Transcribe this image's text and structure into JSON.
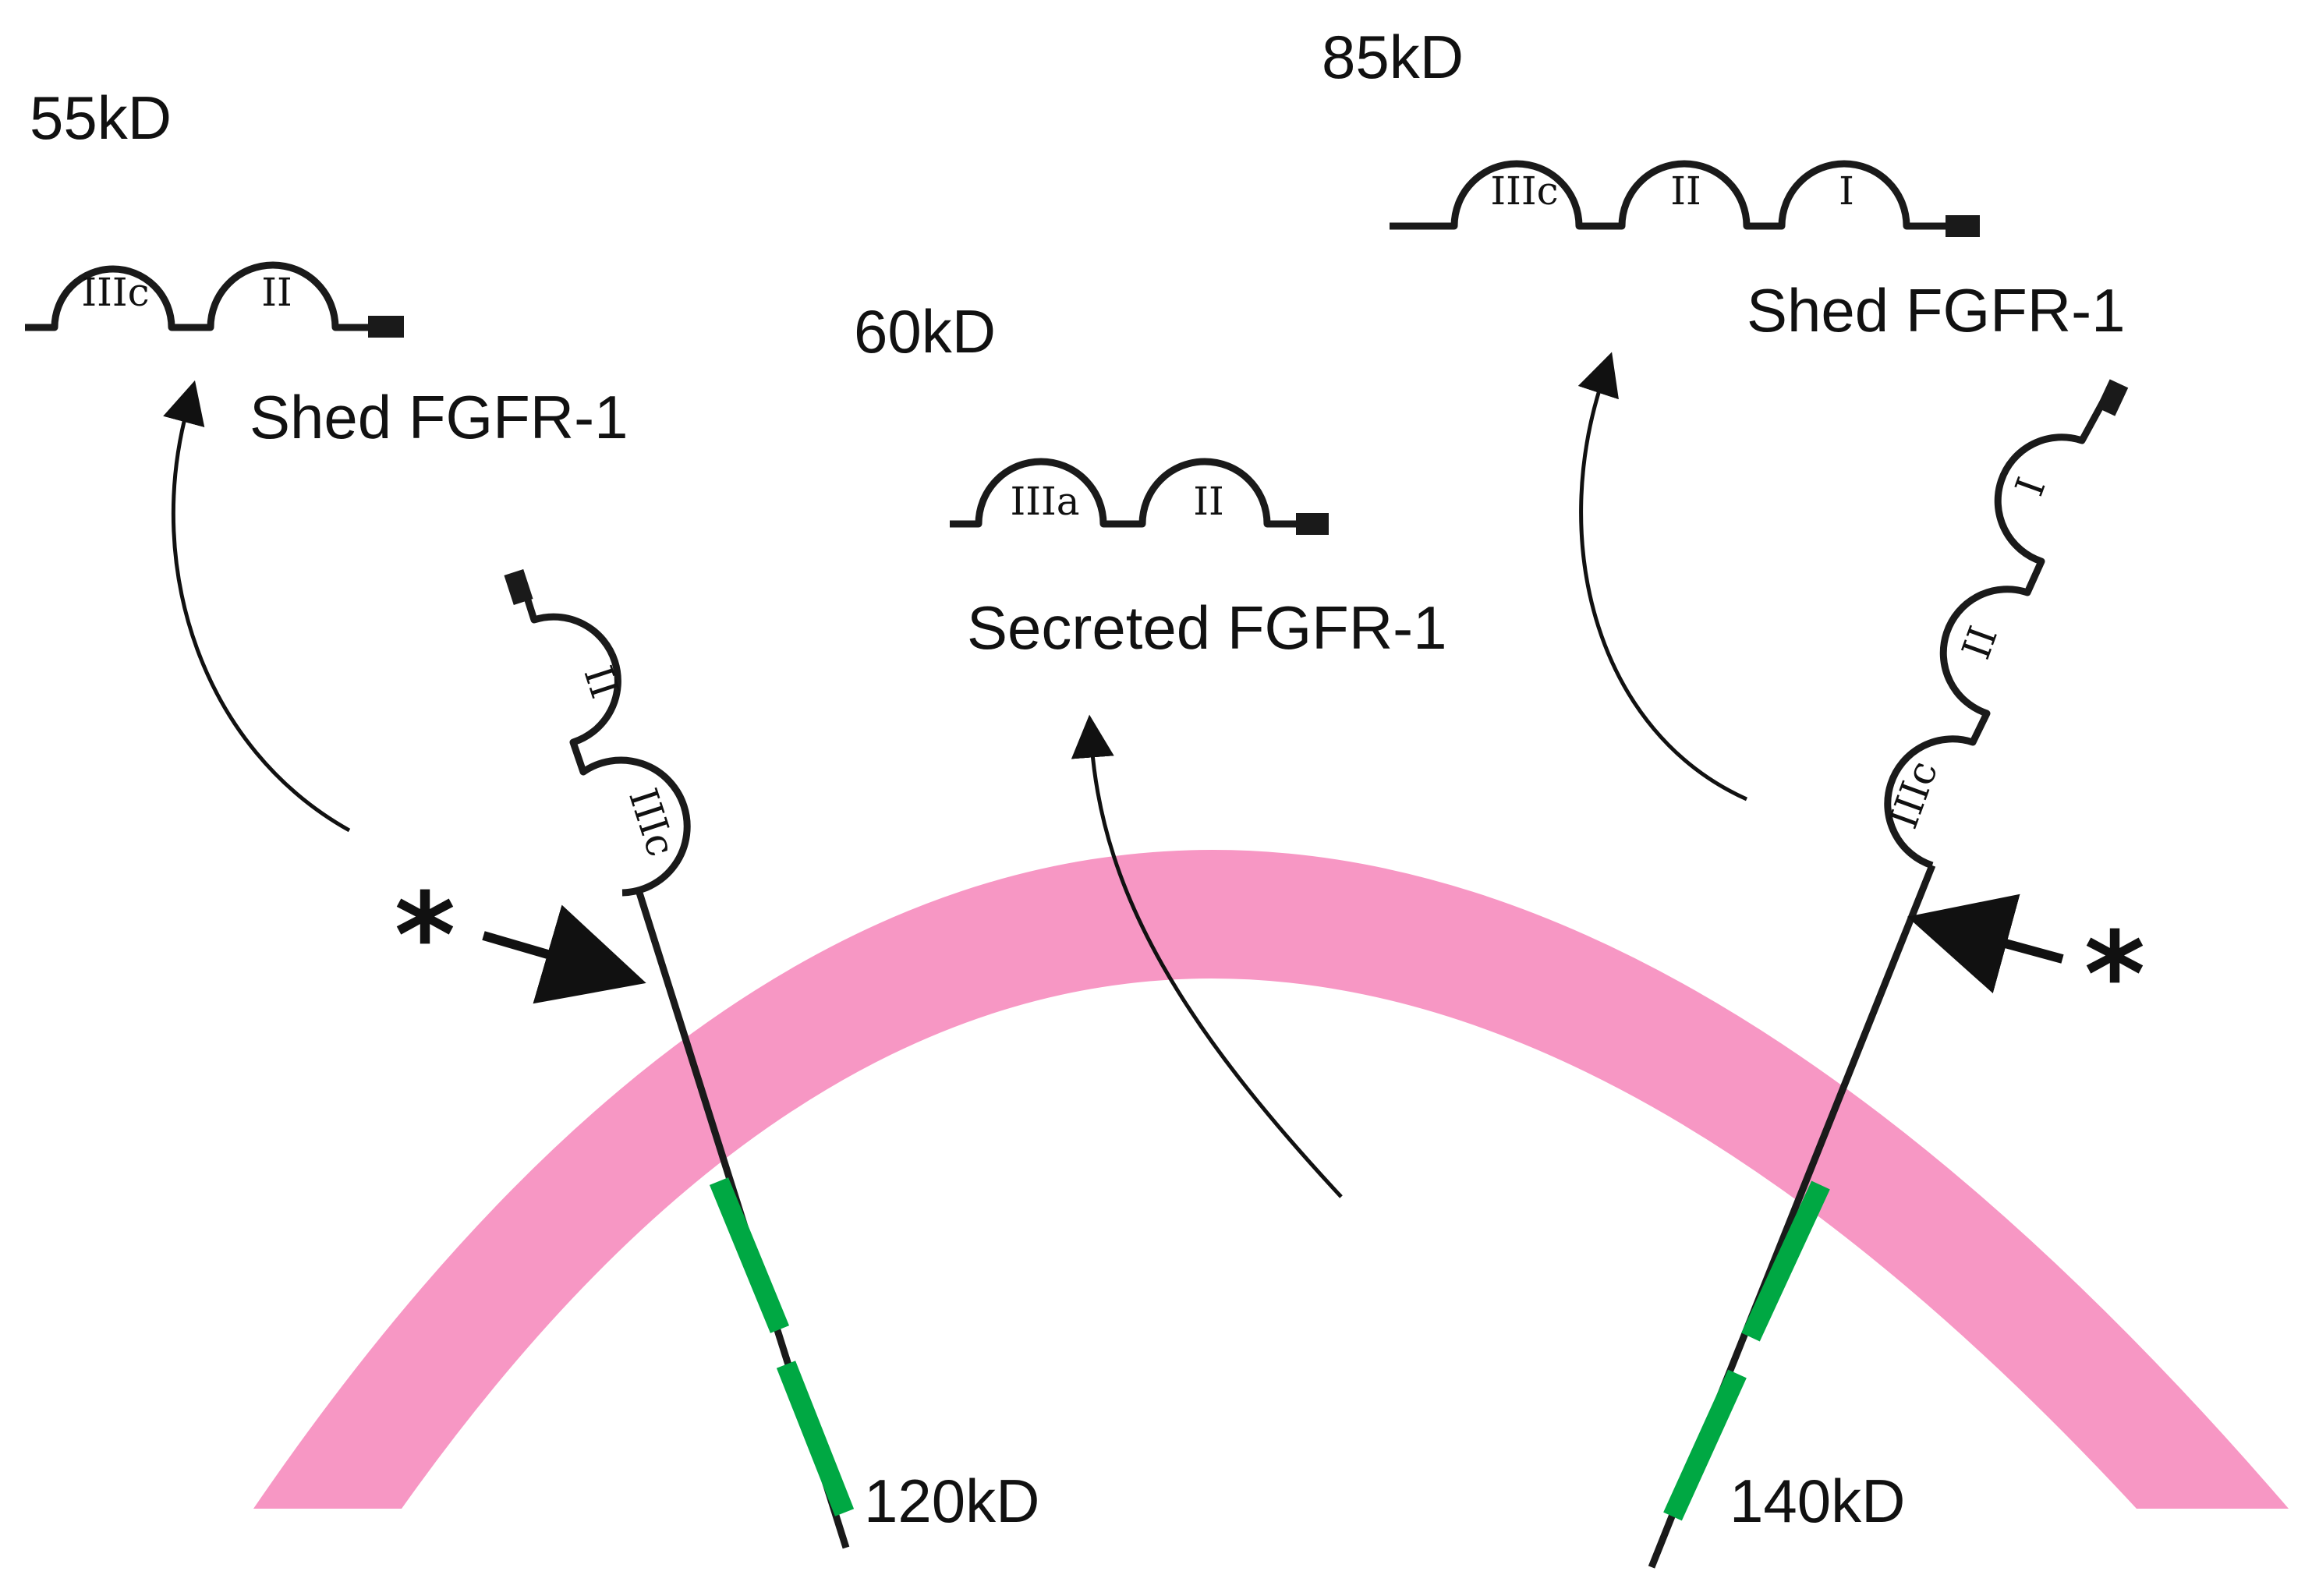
{
  "colors": {
    "membrane": "#F797C4",
    "transmembrane_segment": "#00A843",
    "line": "#1a1a1a"
  },
  "labels": {
    "left_size": "55kD",
    "left_name": "Shed FGFR-1",
    "left_domains": [
      "IIIc",
      "II"
    ],
    "middle_size": "60kD",
    "middle_name": "Secreted FGFR-1",
    "middle_domains": [
      "IIIa",
      "II"
    ],
    "right_size": "85kD",
    "right_name": "Shed FGFR-1",
    "right_domains": [
      "IIIc",
      "II",
      "I"
    ],
    "left_receptor_size": "120kD",
    "left_receptor_domains": [
      "II",
      "IIIc"
    ],
    "right_receptor_size": "140kD",
    "right_receptor_domains": [
      "I",
      "II",
      "IIIc"
    ],
    "asterisk": "*"
  }
}
